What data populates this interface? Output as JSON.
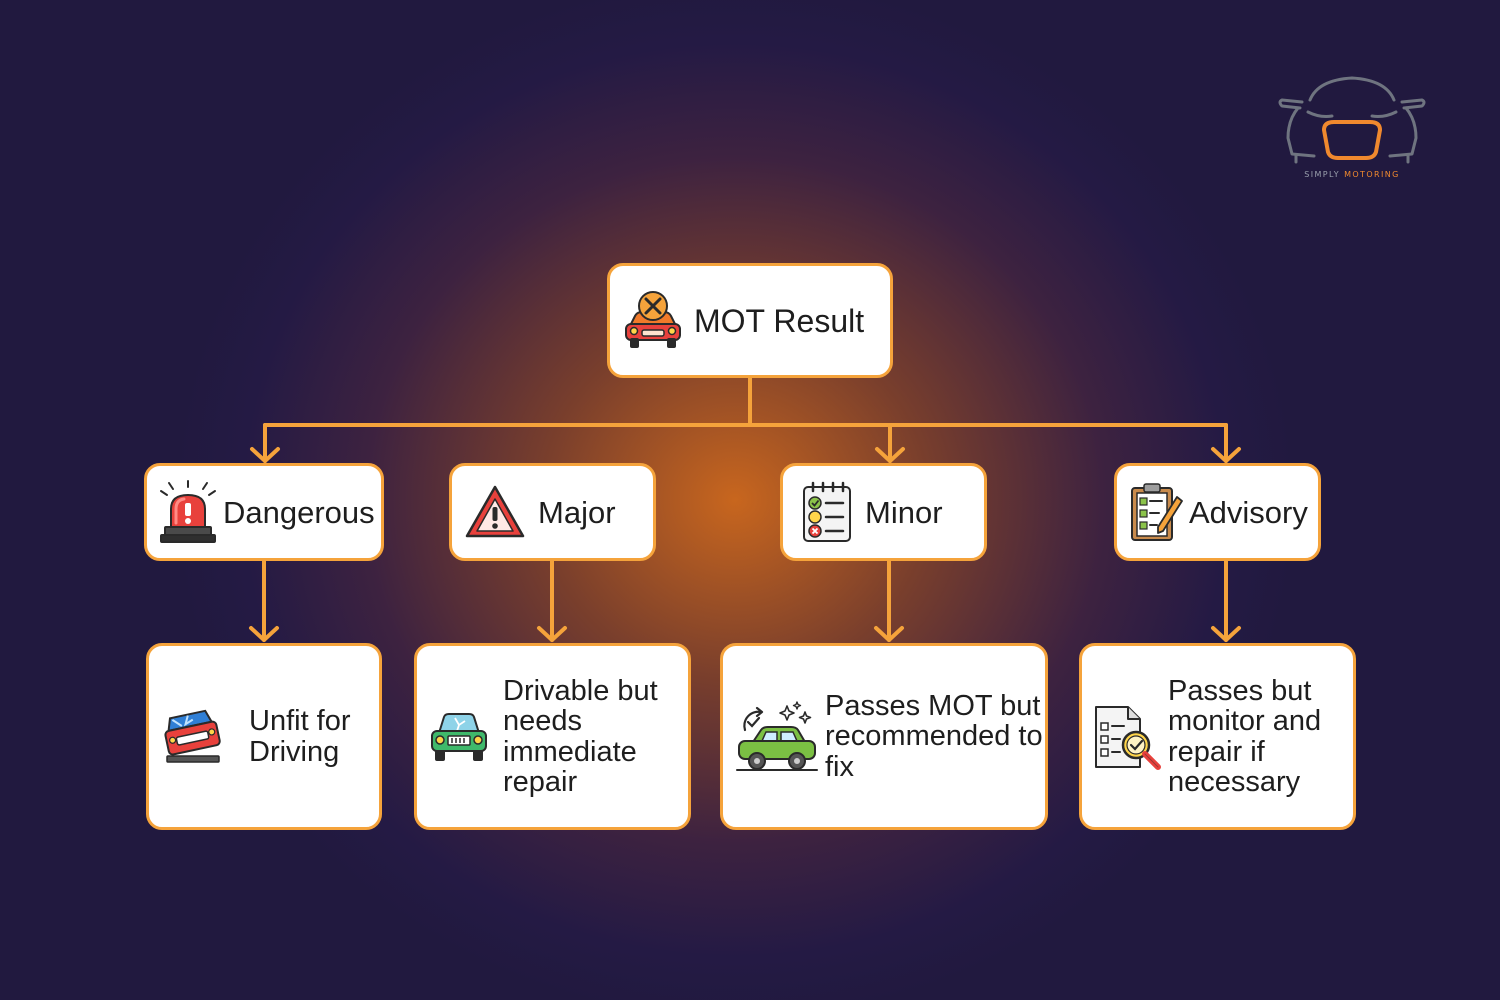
{
  "diagram": {
    "root": {
      "label": "MOT Result",
      "icon": "car-repair-icon"
    },
    "categories": [
      {
        "id": "dangerous",
        "label": "Dangerous",
        "icon": "siren-icon"
      },
      {
        "id": "major",
        "label": "Major",
        "icon": "warning-triangle-icon"
      },
      {
        "id": "minor",
        "label": "Minor",
        "icon": "checklist-icon"
      },
      {
        "id": "advisory",
        "label": "Advisory",
        "icon": "clipboard-pencil-icon"
      }
    ],
    "outcomes": [
      {
        "category": "dangerous",
        "label": "Unfit for Driving",
        "icon": "crashed-car-icon"
      },
      {
        "category": "major",
        "label": "Drivable but needs immediate repair",
        "icon": "cracked-windshield-car-icon"
      },
      {
        "category": "minor",
        "label": "Passes MOT but recommended to fix",
        "icon": "sparkling-car-icon"
      },
      {
        "category": "advisory",
        "label": "Passes but monitor and repair if necessary",
        "icon": "document-magnifier-icon"
      }
    ]
  },
  "logo": {
    "text_part1": "SIMPLY",
    "text_part2": "MOTORING",
    "icon": "car-front-logo-icon"
  },
  "colors": {
    "accent": "#f5a33b",
    "box_fill": "#ffffff",
    "text": "#1e1e1e",
    "background_dark": "#231a42",
    "background_glow": "#c8661e"
  }
}
